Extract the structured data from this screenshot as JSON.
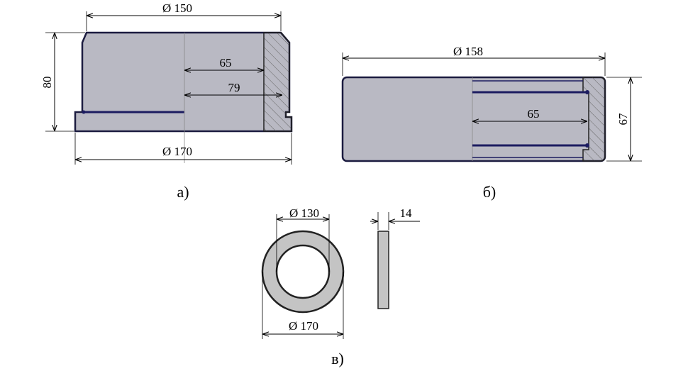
{
  "views": {
    "a": {
      "caption": "а)",
      "dims": {
        "top_diameter": "Ø 150",
        "bottom_diameter": "Ø 170",
        "height": "80",
        "inner_1": "65",
        "inner_2": "79"
      }
    },
    "b": {
      "caption": "б)",
      "dims": {
        "diameter": "Ø 158",
        "inner": "65",
        "height": "67"
      }
    },
    "c": {
      "caption": "в)",
      "dims": {
        "inner_diameter": "Ø 130",
        "outer_diameter": "Ø 170",
        "thickness": "14"
      }
    }
  },
  "colors": {
    "body": "#b9b9c3",
    "outline": "#1c1c40",
    "ring": "#c4c4c4"
  }
}
